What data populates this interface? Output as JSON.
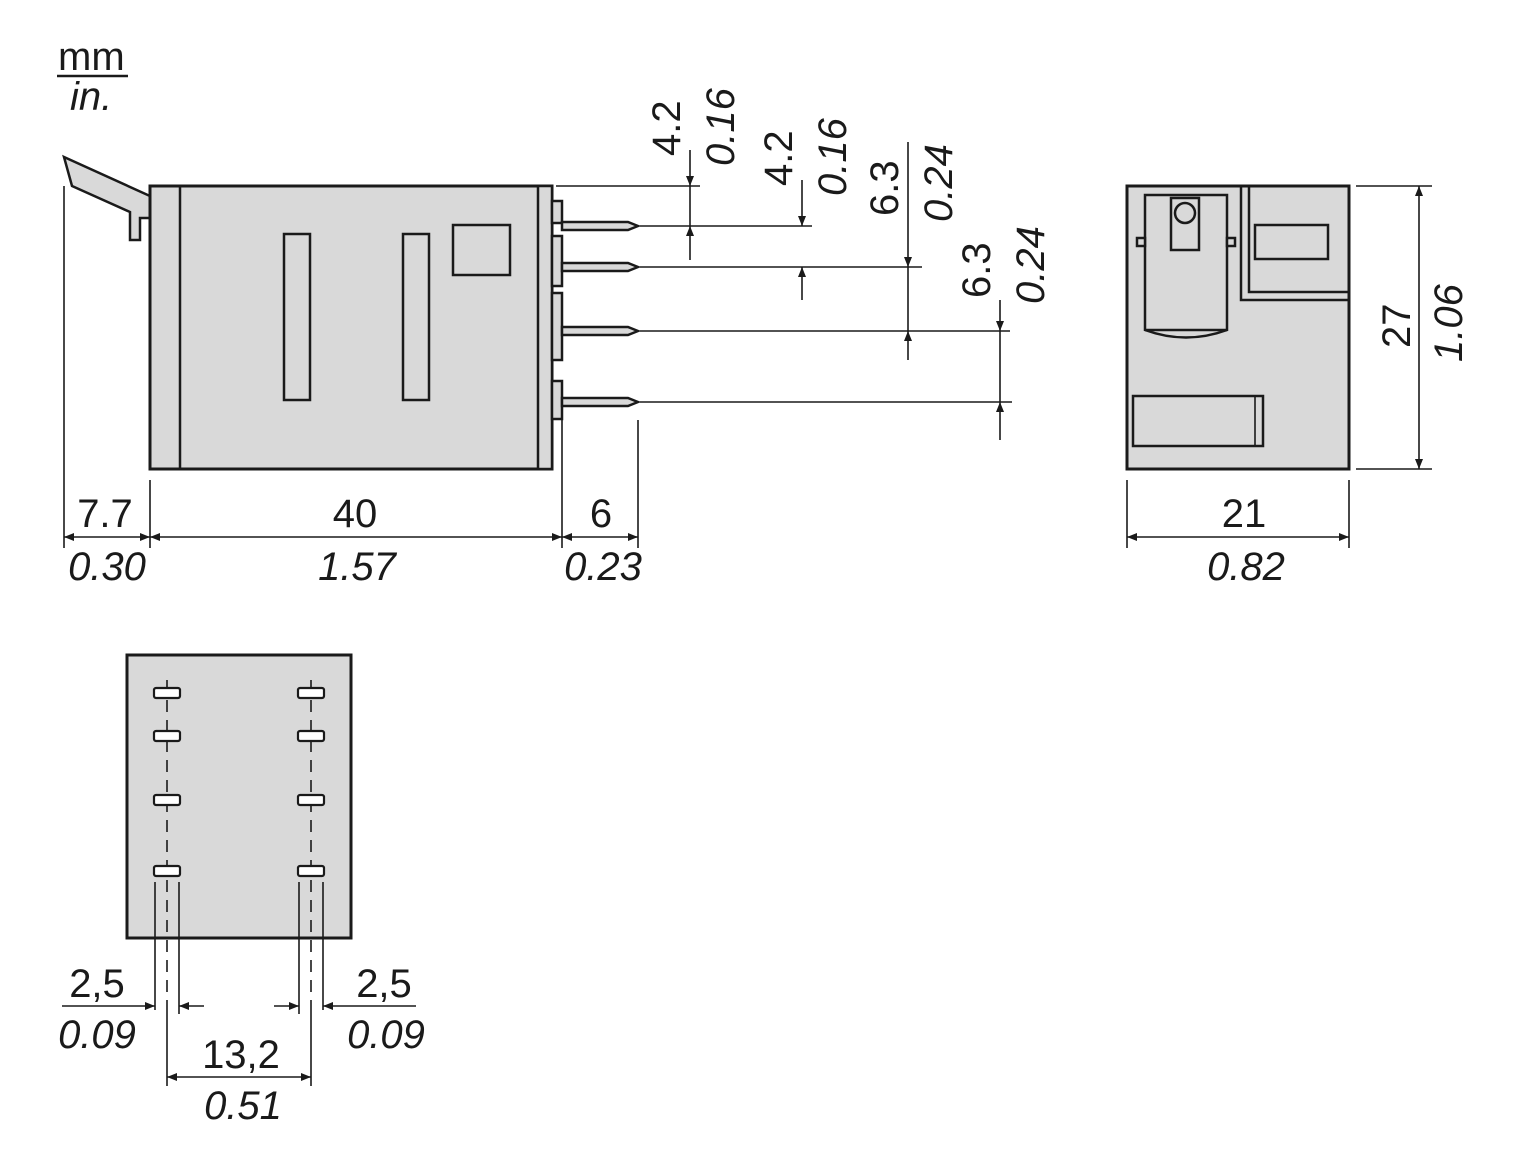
{
  "units": {
    "top": "mm",
    "bottom": "in."
  },
  "side_view": {
    "width_lever": {
      "mm": "7.7",
      "in": "0.30"
    },
    "width_body": {
      "mm": "40",
      "in": "1.57"
    },
    "width_pins": {
      "mm": "6",
      "in": "0.23"
    },
    "pin_pitch_1": {
      "mm": "4.2",
      "in": "0.16"
    },
    "pin_pitch_2": {
      "mm": "4.2",
      "in": "0.16"
    },
    "pin_pitch_3": {
      "mm": "6.3",
      "in": "0.24"
    },
    "pin_pitch_4": {
      "mm": "6.3",
      "in": "0.24"
    }
  },
  "front_view": {
    "height": {
      "mm": "27",
      "in": "1.06"
    },
    "width": {
      "mm": "21",
      "in": "0.82"
    }
  },
  "bottom_view": {
    "pin_width_left": {
      "mm": "2,5",
      "in": "0.09"
    },
    "pin_width_right": {
      "mm": "2,5",
      "in": "0.09"
    },
    "row_spacing": {
      "mm": "13,2",
      "in": "0.51"
    }
  },
  "colors": {
    "body_fill": "#d9d9d9",
    "line": "#1a1a1a"
  }
}
